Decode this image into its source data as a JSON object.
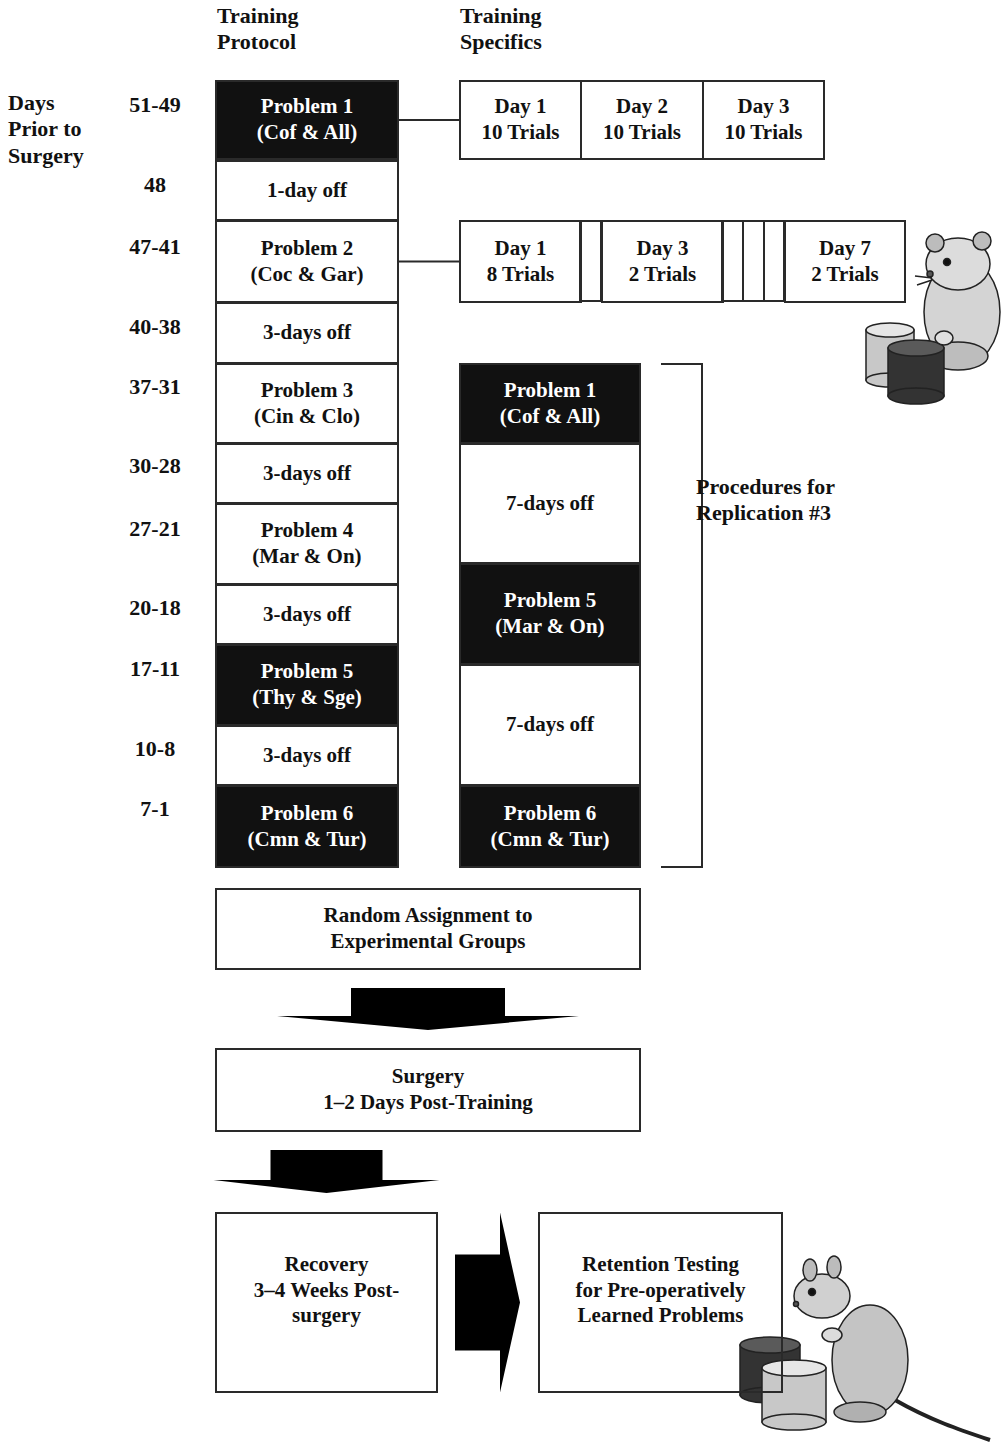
{
  "diagram": {
    "nodes": [
      {
        "text": [
          "Problem 1 (Cof & All)"
        ]
      },
      {
        "text": [
          "1-day off"
        ]
      },
      {
        "text": [
          "Problem 2 (Coc & Gar)"
        ]
      },
      {
        "text": [
          "3-days off"
        ]
      },
      {
        "text": [
          "Problem 3 (Cin & Clo)"
        ]
      },
      {
        "text": [
          "3-days off"
        ]
      },
      {
        "text": [
          "Problem 4 (Mar & On)"
        ]
      },
      {
        "text": [
          "3-days off"
        ]
      },
      {
        "text": [
          "Problem 5 (Thy & Sge)"
        ]
      },
      {
        "text": [
          "3-days off"
        ]
      },
      {
        "text": [
          "Problem 6 (Cmn & Tur)"
        ]
      },
      {
        "text": [
          "Day 1",
          "10 Trials"
        ]
      },
      {
        "text": [
          "Day 2",
          "10 Trials"
        ]
      },
      {
        "text": [
          "Day 3",
          "10 Trials"
        ]
      },
      {
        "text": [
          "Day 1",
          "8 Trials"
        ]
      },
      {
        "text": [
          "Day 3",
          "2 Trials"
        ]
      },
      {
        "text": [
          "Day 7",
          "2 Trials"
        ]
      },
      {
        "text": [
          "Problem 1 (Cof & All)"
        ]
      },
      {
        "text": [
          "7-days off"
        ]
      },
      {
        "text": [
          "Problem 5 (Mar & On)"
        ]
      },
      {
        "text": [
          "7-days off"
        ]
      },
      {
        "text": [
          "Problem 6 (Cmn & Tur)"
        ]
      },
      {
        "text": [
          "Random Assignment to Experimental Groups"
        ]
      },
      {
        "text": [
          "Surgery",
          "1–2 Days Post-Training"
        ]
      },
      {
        "text": [
          "Recovery",
          "3–4 Weeks Post-surgery"
        ]
      },
      {
        "text": [
          "Retention Testing for Pre-operatively Learned Problems"
        ]
      }
    ],
    "edges": [
      {
        "from": 0,
        "to": 11,
        "arrow": "none"
      },
      {
        "from": 2,
        "to": 14,
        "arrow": "none"
      },
      {
        "from": 22,
        "to": 23,
        "arrow": "to"
      },
      {
        "from": 23,
        "to": 24,
        "arrow": "to"
      },
      {
        "from": 24,
        "to": 25,
        "arrow": "to"
      }
    ],
    "labels": [
      "Training Protocol",
      "Training Specifics",
      "Days Prior to Surgery",
      "51-49",
      "48",
      "47-41",
      "40-38",
      "37-31",
      "30-28",
      "27-21",
      "20-18",
      "17-11",
      "10-8",
      "7-1",
      "Procedures for Replication #3"
    ]
  }
}
